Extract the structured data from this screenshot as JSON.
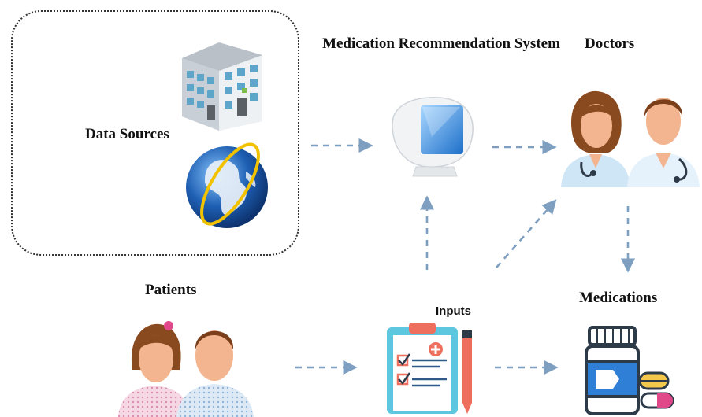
{
  "labels": {
    "data_sources": "Data Sources",
    "system": "Medication Recommendation System",
    "doctors": "Doctors",
    "patients": "Patients",
    "inputs": "Inputs",
    "medications": "Medications"
  },
  "icons": {
    "building": "building-icon",
    "globe": "globe-icon",
    "computer": "computer-monitor-icon",
    "doctors": "doctors-icon",
    "patients": "patients-icon",
    "clipboard": "clipboard-icon",
    "medications": "medication-bottle-icon"
  },
  "colors": {
    "arrow": "#7f9fc0",
    "skin": "#f3b58f",
    "hair_brown": "#8a4a1f",
    "scrub_blue": "#cfe6f7",
    "globe_blue": "#1e5fb3"
  }
}
